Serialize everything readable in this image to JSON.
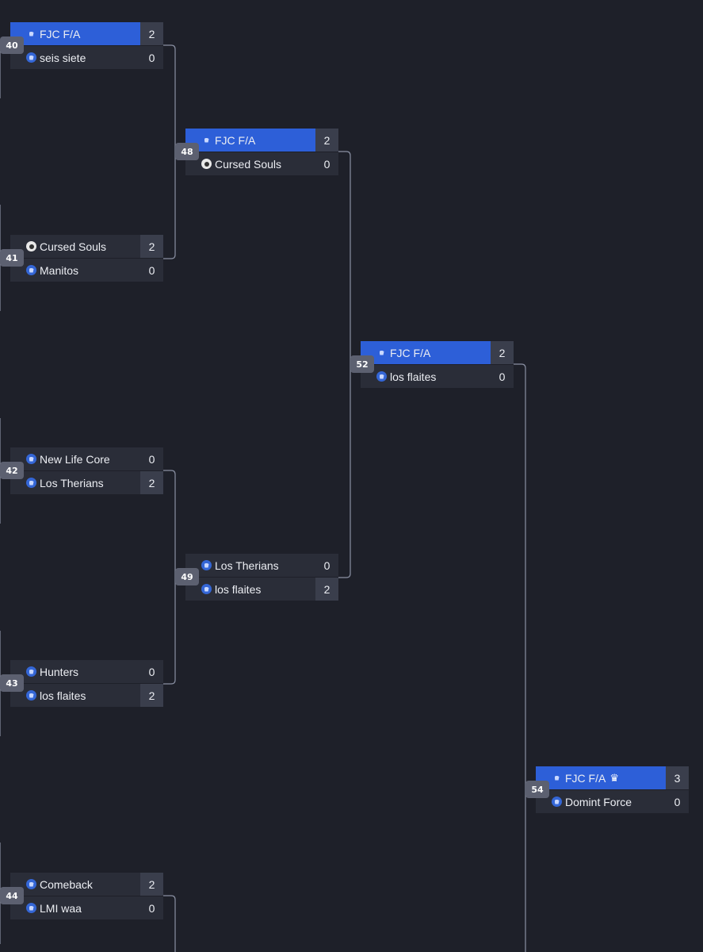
{
  "bracket": {
    "matches": [
      {
        "id": "40",
        "teams": [
          {
            "name": "FJC F/A",
            "score": "2",
            "icon": "shield-icon",
            "winner": true
          },
          {
            "name": "seis siete",
            "score": "0",
            "icon": "shield-icon",
            "winner": false
          }
        ]
      },
      {
        "id": "41",
        "teams": [
          {
            "name": "Cursed Souls",
            "score": "2",
            "icon": "skull-icon",
            "winner": true
          },
          {
            "name": "Manitos",
            "score": "0",
            "icon": "shield-icon",
            "winner": false
          }
        ]
      },
      {
        "id": "42",
        "teams": [
          {
            "name": "New Life Core",
            "score": "0",
            "icon": "shield-icon",
            "winner": false
          },
          {
            "name": "Los Therians",
            "score": "2",
            "icon": "shield-icon",
            "winner": true
          }
        ]
      },
      {
        "id": "43",
        "teams": [
          {
            "name": "Hunters",
            "score": "0",
            "icon": "shield-icon",
            "winner": false
          },
          {
            "name": "los flaites",
            "score": "2",
            "icon": "shield-icon",
            "winner": true
          }
        ]
      },
      {
        "id": "44",
        "teams": [
          {
            "name": "Comeback",
            "score": "2",
            "icon": "shield-icon",
            "winner": true
          },
          {
            "name": "LMI waa",
            "score": "0",
            "icon": "shield-icon",
            "winner": false
          }
        ]
      },
      {
        "id": "48",
        "teams": [
          {
            "name": "FJC F/A",
            "score": "2",
            "icon": "shield-icon",
            "winner": true
          },
          {
            "name": "Cursed Souls",
            "score": "0",
            "icon": "skull-icon",
            "winner": false
          }
        ]
      },
      {
        "id": "49",
        "teams": [
          {
            "name": "Los Therians",
            "score": "0",
            "icon": "shield-icon",
            "winner": false
          },
          {
            "name": "los flaites",
            "score": "2",
            "icon": "shield-icon",
            "winner": true
          }
        ]
      },
      {
        "id": "52",
        "teams": [
          {
            "name": "FJC F/A",
            "score": "2",
            "icon": "shield-icon",
            "winner": true
          },
          {
            "name": "los flaites",
            "score": "0",
            "icon": "shield-icon",
            "winner": false
          }
        ]
      },
      {
        "id": "54",
        "teams": [
          {
            "name": "FJC F/A",
            "score": "3",
            "icon": "shield-icon",
            "winner": true,
            "crown": true
          },
          {
            "name": "Domint Force",
            "score": "0",
            "icon": "shield-icon",
            "winner": false
          }
        ]
      }
    ],
    "colors": {
      "background": "#1e2029",
      "row": "#2a2d38",
      "highlight": "#2d5fd8",
      "score_box": "#3a3e4c",
      "badge": "#5c6070",
      "connector": "#8a90a3"
    }
  }
}
